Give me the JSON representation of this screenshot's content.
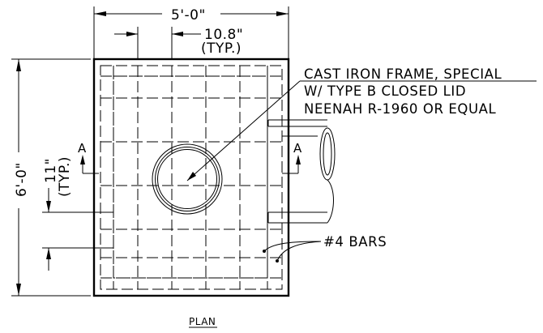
{
  "dimensions": {
    "overall_width": "5'-0\"",
    "bar_spacing": "10.8\"",
    "bar_spacing_note": "(TYP.)",
    "overall_height": "6'-0\"",
    "side_spacing": "11\"",
    "side_spacing_note": "(TYP.)"
  },
  "callouts": {
    "frame_note": [
      "CAST IRON FRAME, SPECIAL",
      "W/ TYPE B CLOSED LID",
      "NEENAH R-1960 OR EQUAL"
    ],
    "bars_note": "#4 BARS"
  },
  "section_marks": {
    "left": "A",
    "right": "A"
  },
  "view_title": "PLAN"
}
